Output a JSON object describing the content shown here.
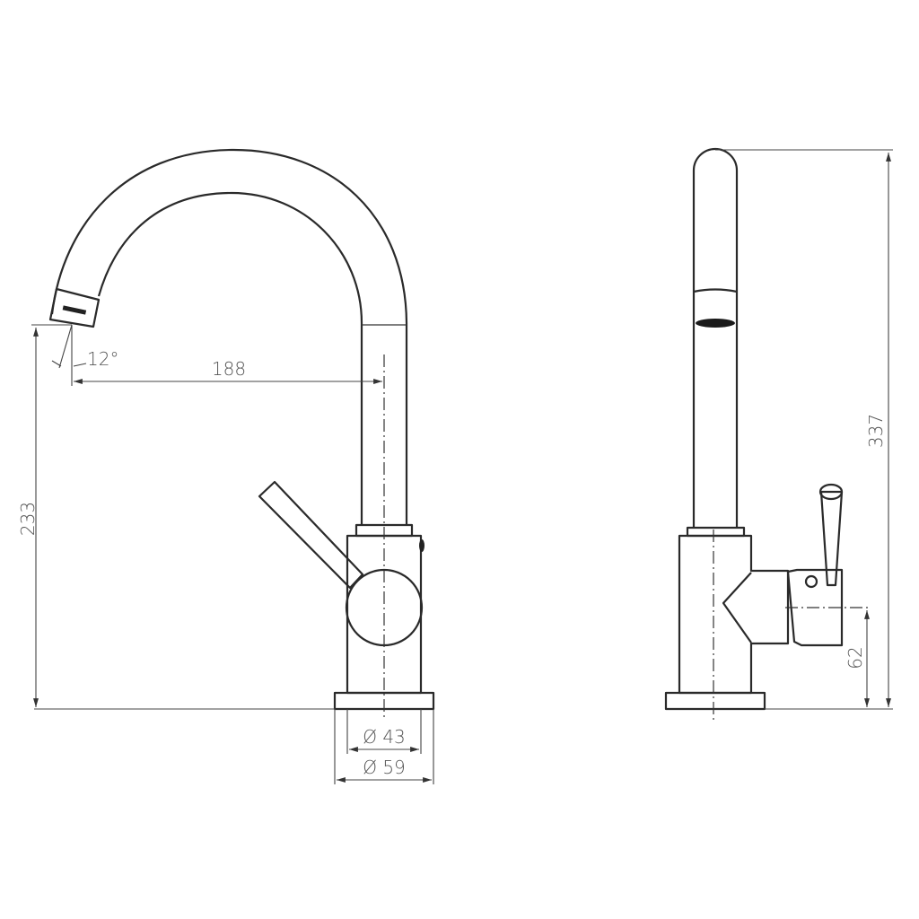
{
  "drawing": {
    "title": "Faucet technical drawing",
    "views": [
      "front",
      "side"
    ],
    "line_color": "#2a2a2a",
    "background": "#ffffff"
  },
  "dimensions": {
    "spout_angle": "12°",
    "spout_reach": "188",
    "spout_height": "233",
    "base_inner_diameter": "Ø 43",
    "base_outer_diameter": "Ø 59",
    "total_height": "337",
    "handle_axis_height": "62"
  }
}
